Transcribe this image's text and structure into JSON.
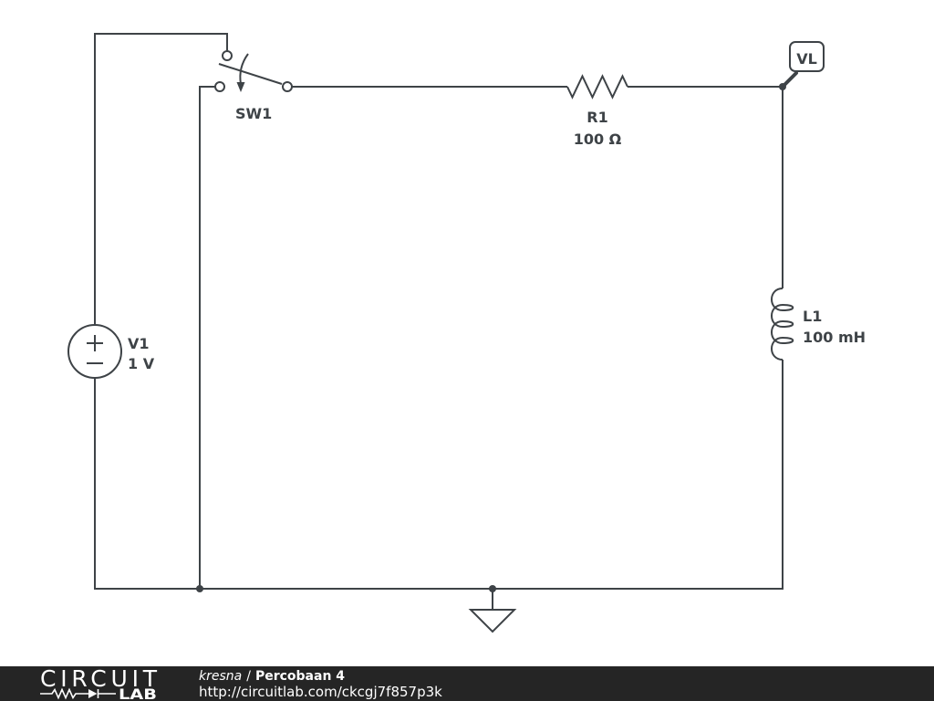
{
  "schematic": {
    "switch": {
      "label": "SW1"
    },
    "resistor": {
      "label": "R1",
      "value": "100 Ω"
    },
    "source": {
      "label": "V1",
      "value": "1 V"
    },
    "inductor": {
      "label": "L1",
      "value": "100 mH"
    },
    "probe": {
      "label": "VL"
    }
  },
  "footer": {
    "logo_top": "CIRCUIT",
    "logo_bottom": "LAB",
    "author": "kresna",
    "separator": "/",
    "title": "Percobaan 4",
    "url": "http://circuitlab.com/ckcgj7f857p3k"
  },
  "colors": {
    "wire": "#3e4347",
    "background": "#ffffff",
    "footer_background": "#252525",
    "footer_text": "#ffffff"
  }
}
